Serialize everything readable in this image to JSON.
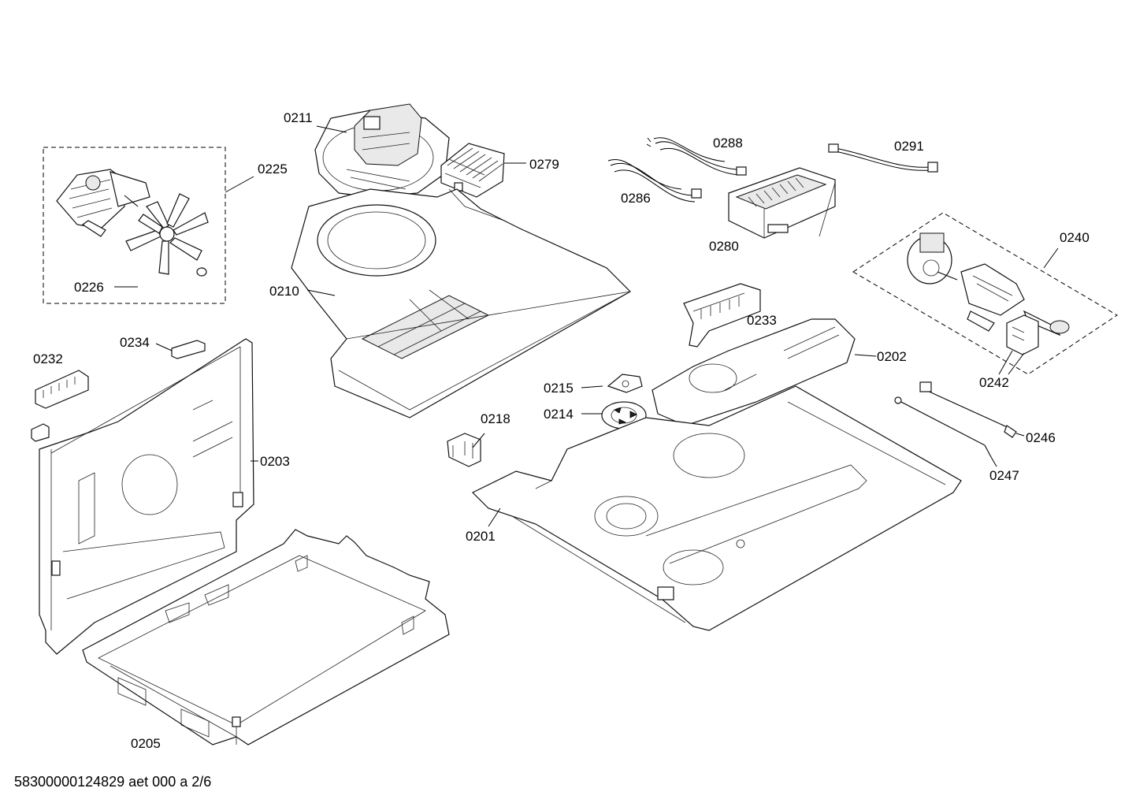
{
  "diagram": {
    "labels": {
      "p0211": "0211",
      "p0279": "0279",
      "p0288": "0288",
      "p0291": "0291",
      "p0225": "0225",
      "p0286": "0286",
      "p0280": "0280",
      "p0240": "0240",
      "p0226": "0226",
      "p0210": "0210",
      "p0233": "0233",
      "p0234": "0234",
      "p0232": "0232",
      "p0202": "0202",
      "p0242": "0242",
      "p0215": "0215",
      "p0214": "0214",
      "p0218": "0218",
      "p0246": "0246",
      "p0203": "0203",
      "p0247": "0247",
      "p0201": "0201",
      "p0205": "0205"
    },
    "footer": "58300000124829 aet 000 a 2/6"
  }
}
